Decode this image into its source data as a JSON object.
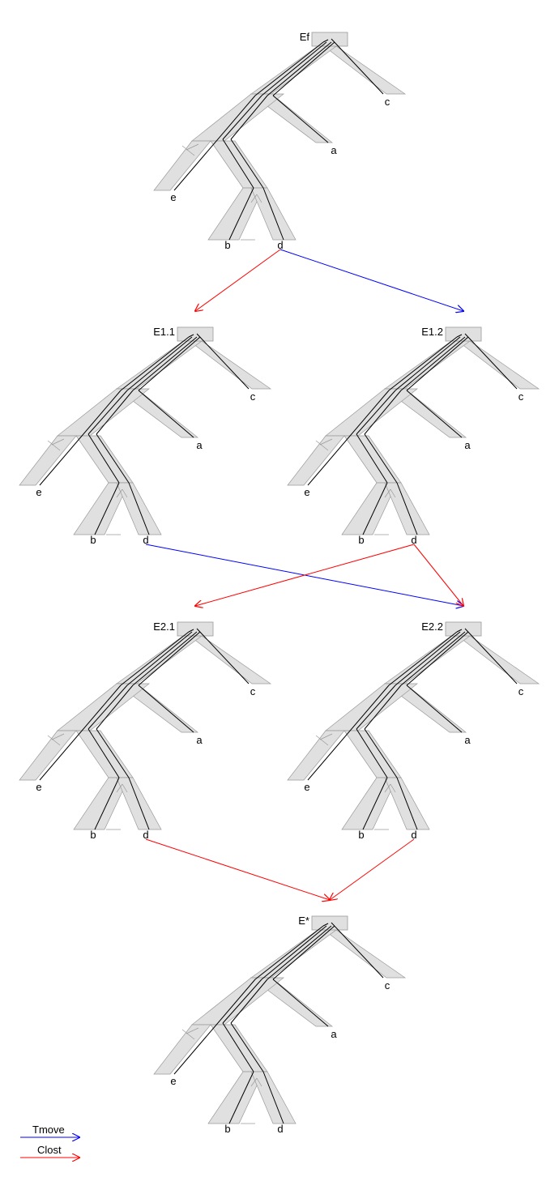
{
  "colors": {
    "tree_fill": "#e0e0e0",
    "tree_outline": "#9a9a9a",
    "gene_line": "#000000",
    "tmove": "#0000ff",
    "clost": "#ff0000"
  },
  "trees": [
    {
      "id": "ef",
      "label": "Ef",
      "leaves": {
        "c": "c",
        "a": "a",
        "e": "e",
        "b": "b",
        "d": "d"
      }
    },
    {
      "id": "e11",
      "label": "E1.1",
      "leaves": {
        "c": "c",
        "a": "a",
        "e": "e",
        "b": "b",
        "d": "d"
      }
    },
    {
      "id": "e12",
      "label": "E1.2",
      "leaves": {
        "c": "c",
        "a": "a",
        "e": "e",
        "b": "b",
        "d": "d"
      }
    },
    {
      "id": "e21",
      "label": "E2.1",
      "leaves": {
        "c": "c",
        "a": "a",
        "e": "e",
        "b": "b",
        "d": "d"
      }
    },
    {
      "id": "e22",
      "label": "E2.2",
      "leaves": {
        "c": "c",
        "a": "a",
        "e": "e",
        "b": "b",
        "d": "d"
      }
    },
    {
      "id": "estar",
      "label": "E*",
      "leaves": {
        "c": "c",
        "a": "a",
        "e": "e",
        "b": "b",
        "d": "d"
      }
    }
  ],
  "edges": [
    {
      "from": "ef",
      "to": "e11",
      "kind": "clost"
    },
    {
      "from": "ef",
      "to": "e12",
      "kind": "tmove"
    },
    {
      "from": "e11",
      "to": "e22",
      "kind": "tmove"
    },
    {
      "from": "e12",
      "to": "e21",
      "kind": "clost"
    },
    {
      "from": "e12",
      "to": "e22",
      "kind": "clost"
    },
    {
      "from": "e21",
      "to": "estar",
      "kind": "clost"
    },
    {
      "from": "e22",
      "to": "estar",
      "kind": "clost"
    }
  ],
  "legend": {
    "tmove_label": "Tmove",
    "clost_label": "Clost"
  }
}
